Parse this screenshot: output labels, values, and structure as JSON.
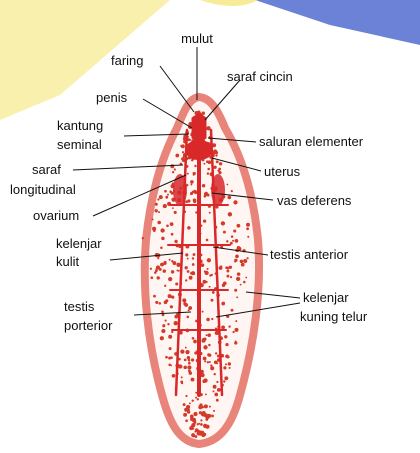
{
  "labels": {
    "mulut": "mulut",
    "faring": "faring",
    "saraf_cincin": "saraf cincin",
    "penis": "penis",
    "kantung": "kantung",
    "seminal": "seminal",
    "saluran_elementer": "saluran elementer",
    "saraf": "saraf",
    "uterus": "uterus",
    "longitudinal": "longitudinal",
    "vas_deferens": "vas deferens",
    "ovarium": "ovarium",
    "kelenjar": "kelenjar",
    "kulit": "kulit",
    "testis_anterior": "testis anterior",
    "kelenjar_2": "kelenjar",
    "kuning_telur": "kuning telur",
    "testis": "testis",
    "porterior": "porterior"
  },
  "colors": {
    "outline": "#e8847a",
    "body_fill": "#fff6f3",
    "organ": "#d8282a",
    "dots": "#d23a2a",
    "decor_yellow": "#f4e36b",
    "decor_blue": "#3a58c9"
  }
}
